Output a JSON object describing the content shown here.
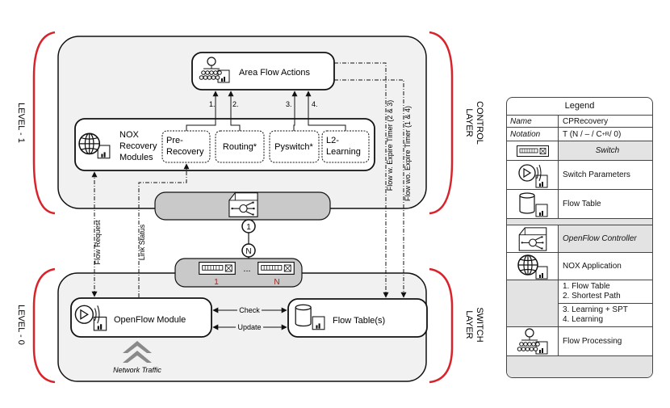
{
  "levels": {
    "level1": "LEVEL - 1",
    "level0": "LEVEL - 0",
    "control_layer_line1": "CONTROL",
    "control_layer_line2": "LAYER",
    "switch_layer_line1": "SWITCH",
    "switch_layer_line2": "LAYER"
  },
  "control": {
    "area_flow_actions": "Area Flow Actions",
    "nox_line1": "NOX",
    "nox_line2": "Recovery",
    "nox_line3": "Modules",
    "modules": [
      {
        "line1": "Pre-",
        "line2": "Recovery"
      },
      {
        "line1": "Routing*",
        "line2": ""
      },
      {
        "line1": "Pyswitch*",
        "line2": ""
      },
      {
        "line1": "L2-",
        "line2": "Learning"
      }
    ],
    "arrow_labels": [
      "1.",
      "2.",
      "3.",
      "4."
    ],
    "flow_expire": "Flow w. Expire Timer (2 & 3)",
    "flow_no_expire": "Flow wo. Expire Timer (1 & 4)"
  },
  "connectors": {
    "one": "1",
    "n": "N",
    "switch_dots": "...",
    "switch_1": "1",
    "switch_n": "N",
    "flow_request": "Flow Request",
    "link_status": "Link Status"
  },
  "switch": {
    "openflow_module": "OpenFlow Module",
    "flow_tables": "Flow Table(s)",
    "check": "Check",
    "update": "Update",
    "network_traffic": "Network Traffic"
  },
  "legend": {
    "title": "Legend",
    "name_key": "Name",
    "name_val": "CPRecovery",
    "notation_key": "Notation",
    "notation_val": "T (N / – / C",
    "notation_sup": "+R",
    "notation_end": " / 0)",
    "switch": "Switch",
    "switch_params": "Switch Parameters",
    "flow_table": "Flow Table",
    "openflow_controller": "OpenFlow Controller",
    "nox_app": "NOX Application",
    "l1": "1. Flow Table",
    "l2": "2. Shortest Path",
    "l3": "3. Learning + SPT",
    "l4": "4. Learning",
    "flow_processing": "Flow Processing"
  },
  "colors": {
    "red": "#d9232a",
    "panel": "#f1f1f1",
    "grey_bar": "#c9c9c9",
    "stroke": "#111111"
  }
}
